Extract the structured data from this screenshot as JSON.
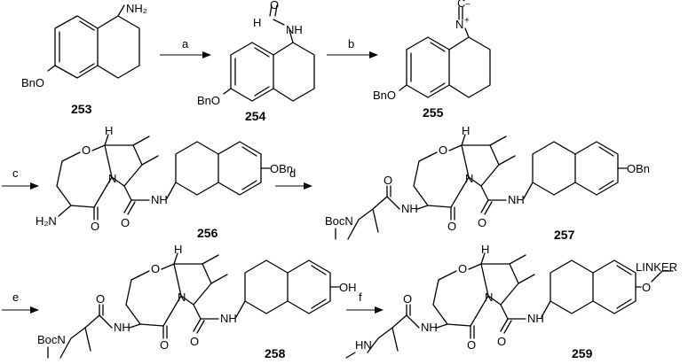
{
  "compounds": [
    {
      "id": "253",
      "atoms": [
        "NH₂",
        "BnO"
      ]
    },
    {
      "id": "254",
      "atoms": [
        "O",
        "H",
        "NH",
        "BnO"
      ]
    },
    {
      "id": "255",
      "atoms": [
        "C",
        "N",
        "+",
        "−",
        "BnO"
      ]
    },
    {
      "id": "256",
      "atoms": [
        "O",
        "H",
        "N",
        "H₂N",
        "O",
        "O",
        "NH",
        "OBn"
      ]
    },
    {
      "id": "257",
      "atoms": [
        "O",
        "H",
        "N",
        "O",
        "NH",
        "O",
        "O",
        "NH",
        "OBn",
        "BocN"
      ]
    },
    {
      "id": "258",
      "atoms": [
        "O",
        "H",
        "N",
        "O",
        "NH",
        "O",
        "O",
        "NH",
        "OH",
        "BocN"
      ]
    },
    {
      "id": "259",
      "atoms": [
        "O",
        "H",
        "N",
        "O",
        "NH",
        "O",
        "O",
        "NH",
        "O",
        "LINKER",
        "HN"
      ]
    }
  ],
  "steps": [
    "a",
    "b",
    "c",
    "d",
    "e",
    "f"
  ]
}
